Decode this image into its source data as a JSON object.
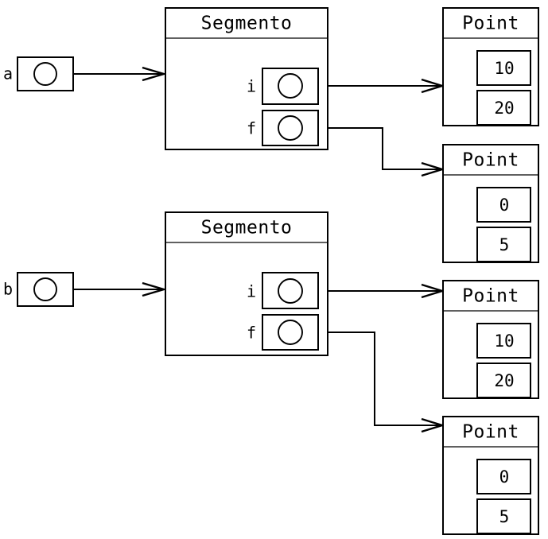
{
  "diagram": {
    "title": "object-reference-diagram",
    "colors": {
      "stroke": "#000000",
      "background": "#ffffff",
      "text": "#000000"
    },
    "variables": [
      {
        "id": "var-a",
        "label": "a",
        "points_to": "segmento-1"
      },
      {
        "id": "var-b",
        "label": "b",
        "points_to": "segmento-2"
      }
    ],
    "segmentos": [
      {
        "id": "segmento-1",
        "class_name": "Segmento",
        "fields": [
          {
            "name": "i",
            "points_to": "point-1"
          },
          {
            "name": "f",
            "points_to": "point-2"
          }
        ]
      },
      {
        "id": "segmento-2",
        "class_name": "Segmento",
        "fields": [
          {
            "name": "i",
            "points_to": "point-3"
          },
          {
            "name": "f",
            "points_to": "point-4"
          }
        ]
      }
    ],
    "points": [
      {
        "id": "point-1",
        "class_name": "Point",
        "values": [
          "10",
          "20"
        ]
      },
      {
        "id": "point-2",
        "class_name": "Point",
        "values": [
          "0",
          "5"
        ]
      },
      {
        "id": "point-3",
        "class_name": "Point",
        "values": [
          "10",
          "20"
        ]
      },
      {
        "id": "point-4",
        "class_name": "Point",
        "values": [
          "0",
          "5"
        ]
      }
    ]
  }
}
